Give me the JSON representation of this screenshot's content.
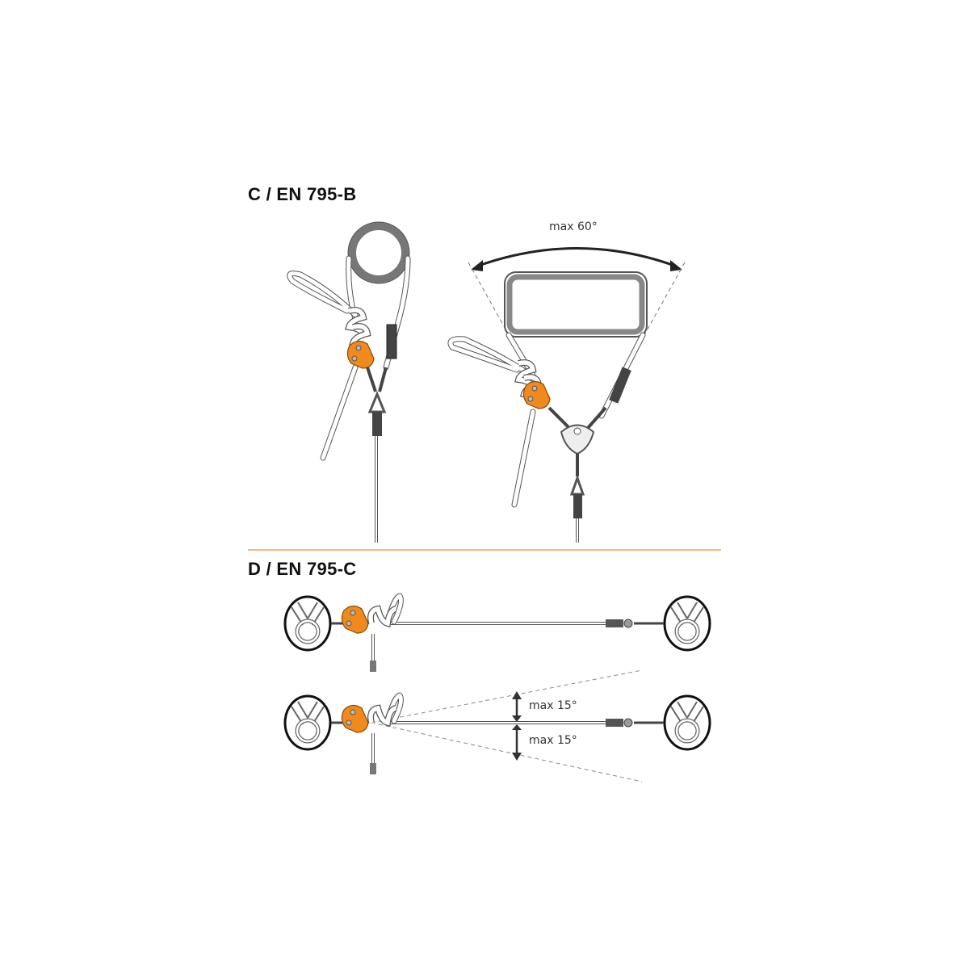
{
  "section_c": {
    "title": "C / EN 795-B",
    "angle_label": "max 60°"
  },
  "section_d": {
    "title": "D / EN 795-C",
    "angle_upper_label": "max 15°",
    "angle_lower_label": "max 15°"
  },
  "colors": {
    "accent": "#f08a1c",
    "divider": "#f0a060",
    "line": "#555555",
    "sling_gray": "#888888"
  }
}
